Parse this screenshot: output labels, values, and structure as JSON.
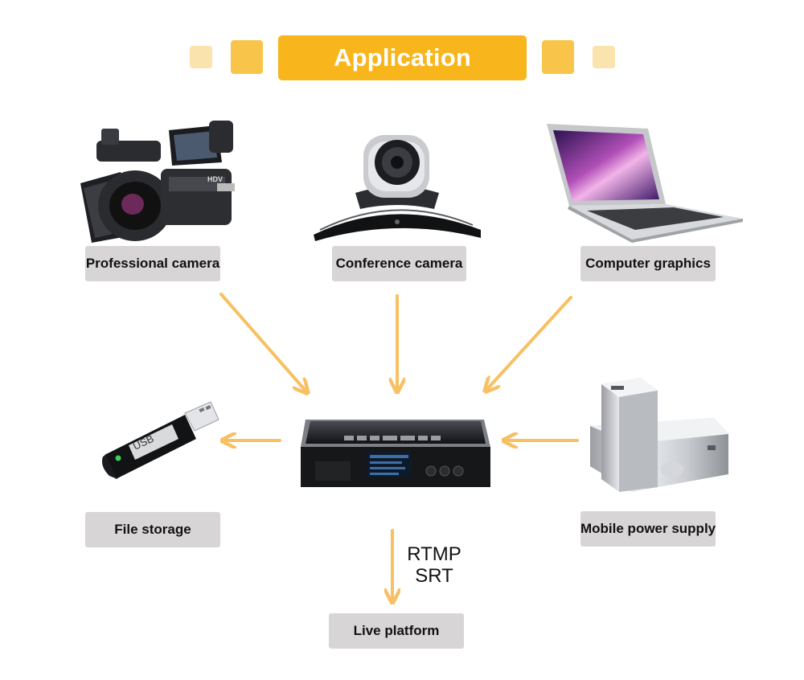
{
  "title": "Application Scenario",
  "colors": {
    "accent": "#f9b51c",
    "arrow": "#f7c062",
    "label_bg": "#d7d5d6",
    "light_square": "#fbe3ad"
  },
  "labels": {
    "professional_camera": "Professional camera",
    "conference_camera": "Conference camera",
    "computer_graphics": "Computer graphics",
    "file_storage": "File storage",
    "mobile_power_supply": "Mobile power supply",
    "live_platform": "Live platform"
  },
  "protocols": {
    "rtmp": "RTMP",
    "srt": "SRT"
  },
  "device_text": {
    "usb": "USB",
    "camera_brand": "HDV"
  }
}
